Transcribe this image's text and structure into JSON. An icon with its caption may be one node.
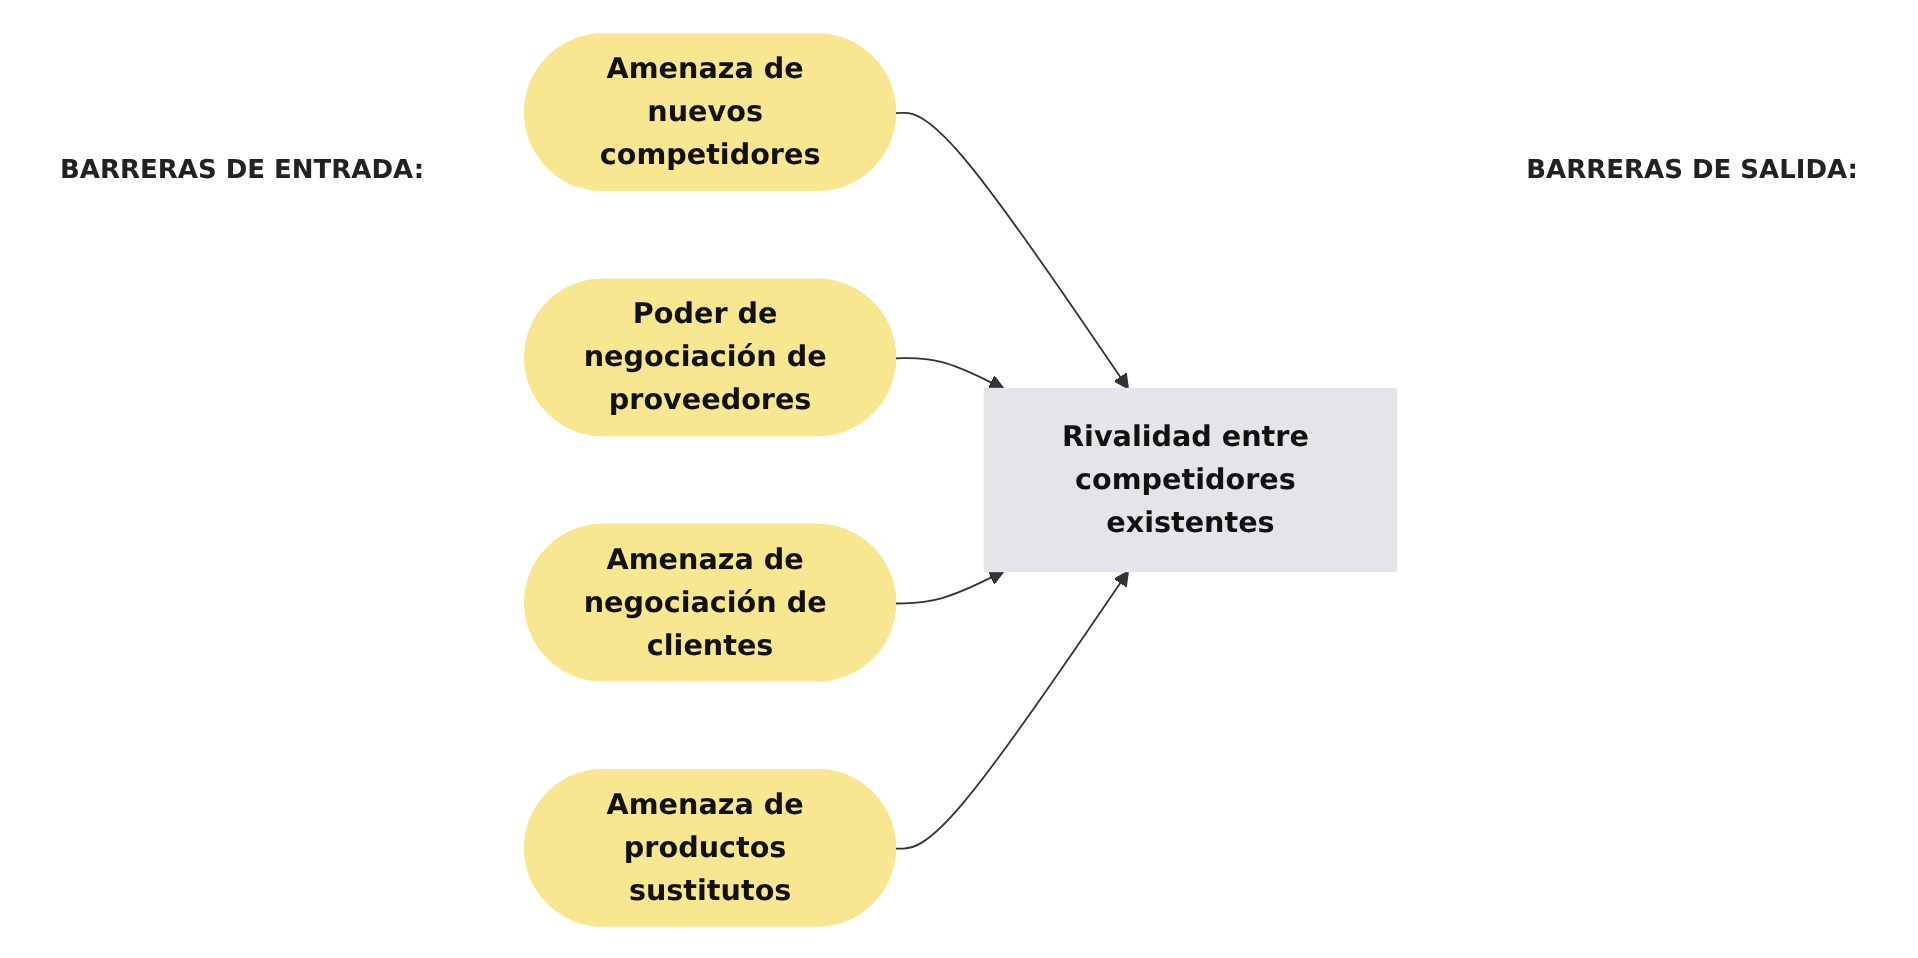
{
  "diagram": {
    "nodes": [
      {
        "text": [
          "Amenaza de nuevos competidores"
        ]
      },
      {
        "text": [
          "Poder de negociación de proveedores"
        ]
      },
      {
        "text": [
          "Rivalidad entre competidores existentes"
        ]
      },
      {
        "text": [
          "Amenaza de negociación de clientes"
        ]
      },
      {
        "text": [
          "Amenaza de productos sustitutos"
        ]
      }
    ],
    "edges": [
      {
        "from": 0,
        "to": 2,
        "arrow": "to"
      },
      {
        "from": 1,
        "to": 2,
        "arrow": "to"
      },
      {
        "from": 3,
        "to": 2,
        "arrow": "to"
      },
      {
        "from": 4,
        "to": 2,
        "arrow": "to"
      }
    ],
    "labels": [
      "BARRERAS DE ENTRADA:",
      "BARRERAS DE SALIDA:"
    ]
  }
}
